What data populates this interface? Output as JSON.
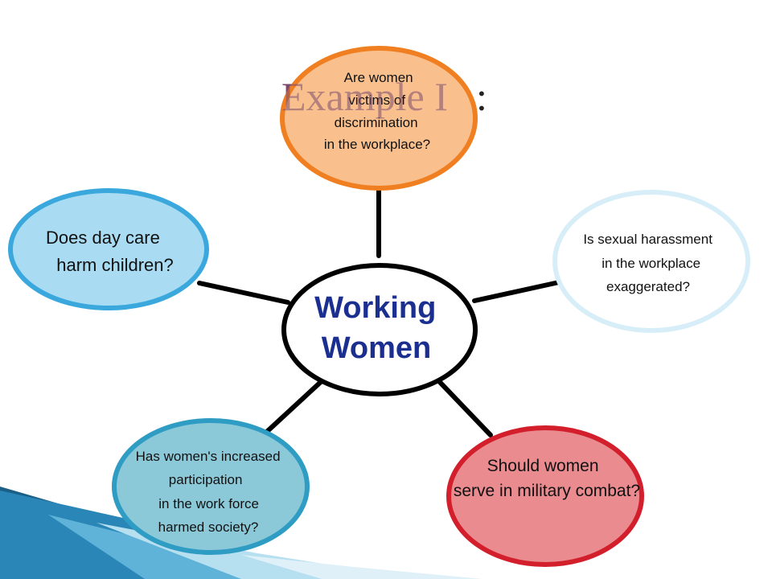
{
  "slide": {
    "title": "Example I",
    "title_colon": ":"
  },
  "center": {
    "lines": [
      "Working",
      "Women"
    ]
  },
  "nodes": {
    "top": {
      "lines": [
        "Are women",
        "victims of",
        "discrimination",
        "in the workplace?"
      ]
    },
    "left": {
      "lines": [
        "Does day care",
        "harm children?"
      ]
    },
    "right": {
      "lines": [
        "Is sexual harassment",
        "in the workplace",
        "exaggerated?"
      ]
    },
    "bottom_left": {
      "lines": [
        "Has women's increased",
        "participation",
        "in the work force",
        "harmed society?"
      ]
    },
    "bottom_right": {
      "lines": [
        "Should women",
        "serve in military combat?"
      ]
    }
  },
  "colors": {
    "top_fill": "#f9c08e",
    "top_stroke": "#f07f22",
    "left_fill": "#a9dcf2",
    "left_stroke": "#3aa8dc",
    "right_fill": "#ffffff",
    "right_stroke": "#d7eef8",
    "bottom_left_fill": "#8cc9d8",
    "bottom_left_stroke": "#2f9cc4",
    "bottom_right_fill": "#e98b8f",
    "bottom_right_stroke": "#d21f2b",
    "center_stroke": "#000000",
    "title": "#7a4a6e",
    "center_text": "#1a2f8f"
  }
}
